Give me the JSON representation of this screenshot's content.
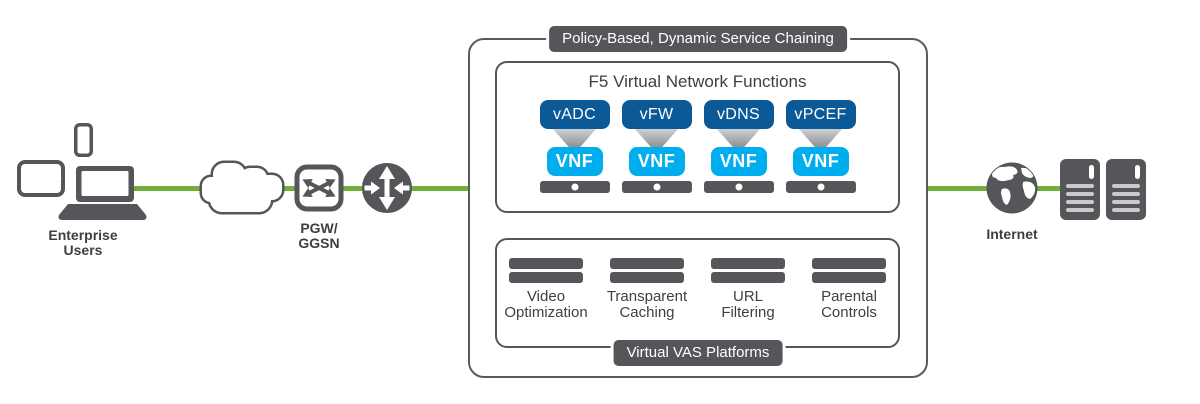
{
  "colors": {
    "green": "#72AF3A",
    "dark_gray": "#54565A",
    "dark_blue": "#0B5A97",
    "cyan": "#00AEEF",
    "text_dark": "#3E3F41"
  },
  "icons": {
    "smartphone-icon": "outlined rounded rectangle, portrait",
    "tablet-icon": "outlined rounded rectangle, landscape",
    "laptop-icon": "filled screen with flared base",
    "cloud-icon": "stepped network-cloud outline",
    "gateway-switch-icon": "rounded square with crossed double arrows",
    "router-icon": "dark circle with four white arrows",
    "globe-icon": "dark circle with white continents",
    "server-tower-icon": "dark tower with slot and stripes",
    "appliance-bar-icon": "dark bar with white dot"
  },
  "left": {
    "users_label_lines": [
      "Enterprise",
      "Users"
    ],
    "gateway_label_lines": [
      "PGW/",
      "GGSN"
    ]
  },
  "chain": {
    "badge": "Policy-Based, Dynamic Service Chaining",
    "vnf": {
      "title": "F5 Virtual Network Functions",
      "vnf_label": "VNF",
      "items": [
        {
          "name": "vADC"
        },
        {
          "name": "vFW"
        },
        {
          "name": "vDNS"
        },
        {
          "name": "vPCEF"
        }
      ]
    },
    "vas": {
      "badge": "Virtual VAS Platforms",
      "items": [
        {
          "lines": [
            "Video",
            "Optimization"
          ]
        },
        {
          "lines": [
            "Transparent",
            "Caching"
          ]
        },
        {
          "lines": [
            "URL",
            "Filtering"
          ]
        },
        {
          "lines": [
            "Parental",
            "Controls"
          ]
        }
      ]
    }
  },
  "right": {
    "internet_label": "Internet"
  }
}
